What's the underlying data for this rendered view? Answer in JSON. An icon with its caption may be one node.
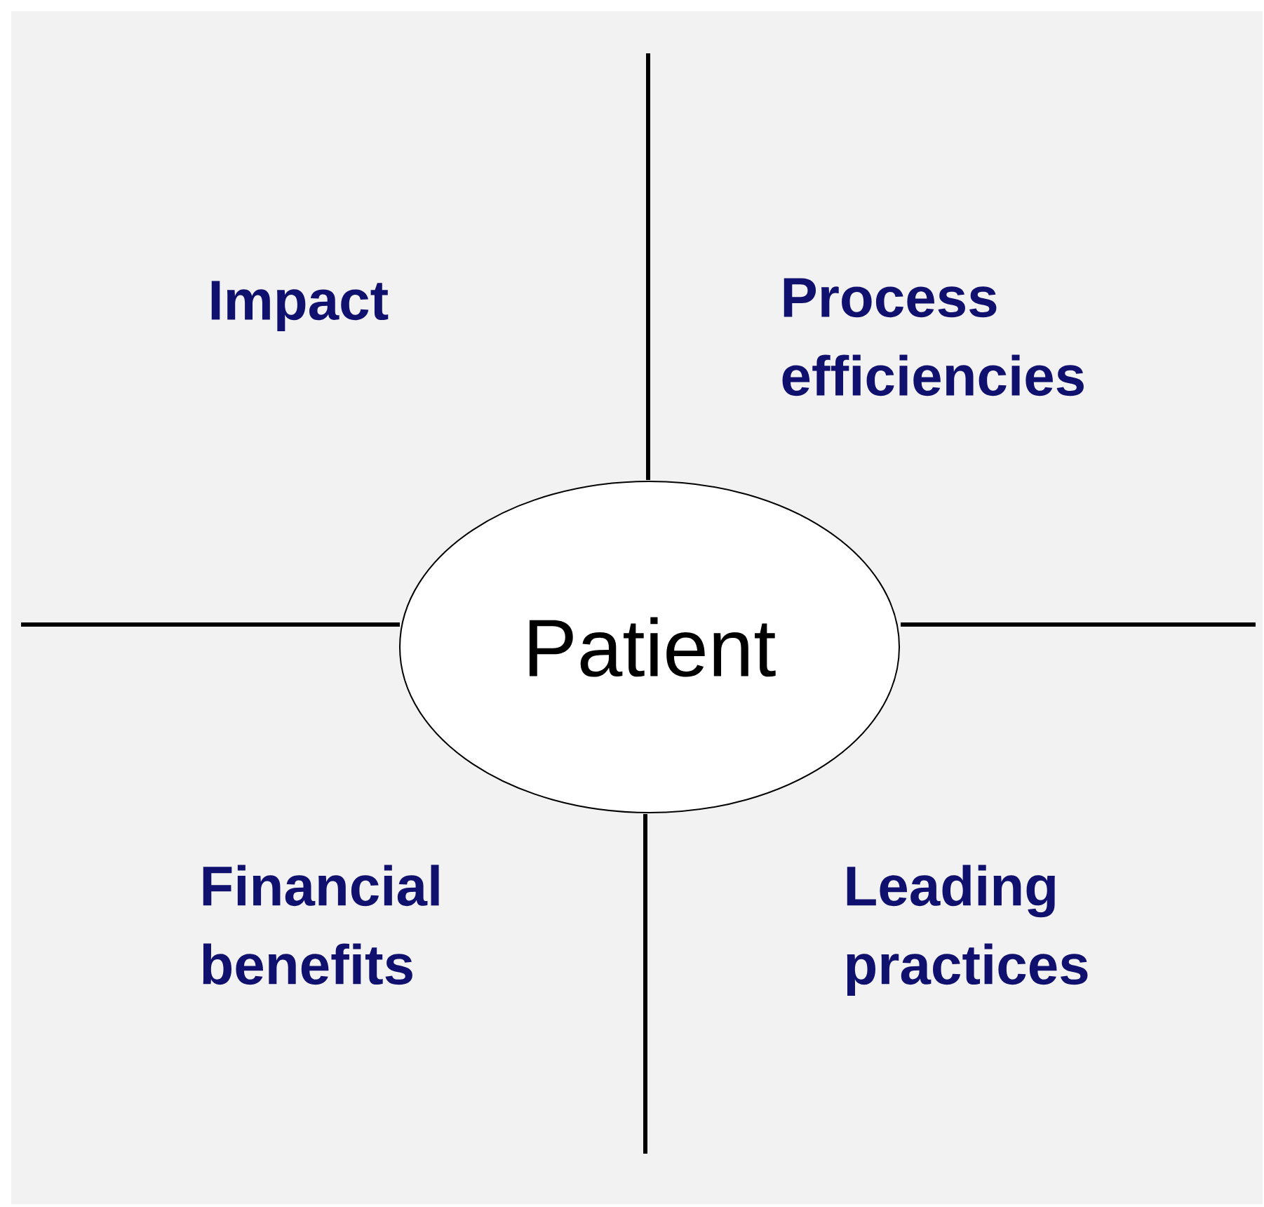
{
  "diagram": {
    "nodes": [
      {
        "text": [
          "Patient"
        ]
      }
    ],
    "labels": [
      "Impact",
      "Process efficiencies",
      "Financial benefits",
      "Leading practices"
    ]
  }
}
